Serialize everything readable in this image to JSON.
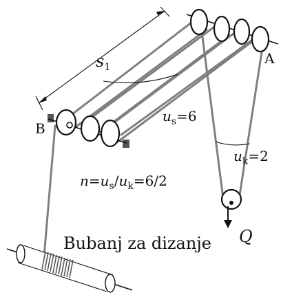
{
  "labels": {
    "span": "s",
    "span_sub": "1",
    "fixed_end": "B",
    "anchor": "A",
    "us_main": "u",
    "us_sub": "s",
    "us_value": "=6",
    "uk_main": "u",
    "uk_sub": "k",
    "uk_value": "=2",
    "ratio_n": "n",
    "ratio_eq": "=",
    "ratio_u1": "u",
    "ratio_s": "s",
    "ratio_slash": "/",
    "ratio_u2": "u",
    "ratio_k": "k",
    "ratio_value": "=6/2",
    "load": "Q",
    "drum": "Bubanj za dizanje"
  }
}
